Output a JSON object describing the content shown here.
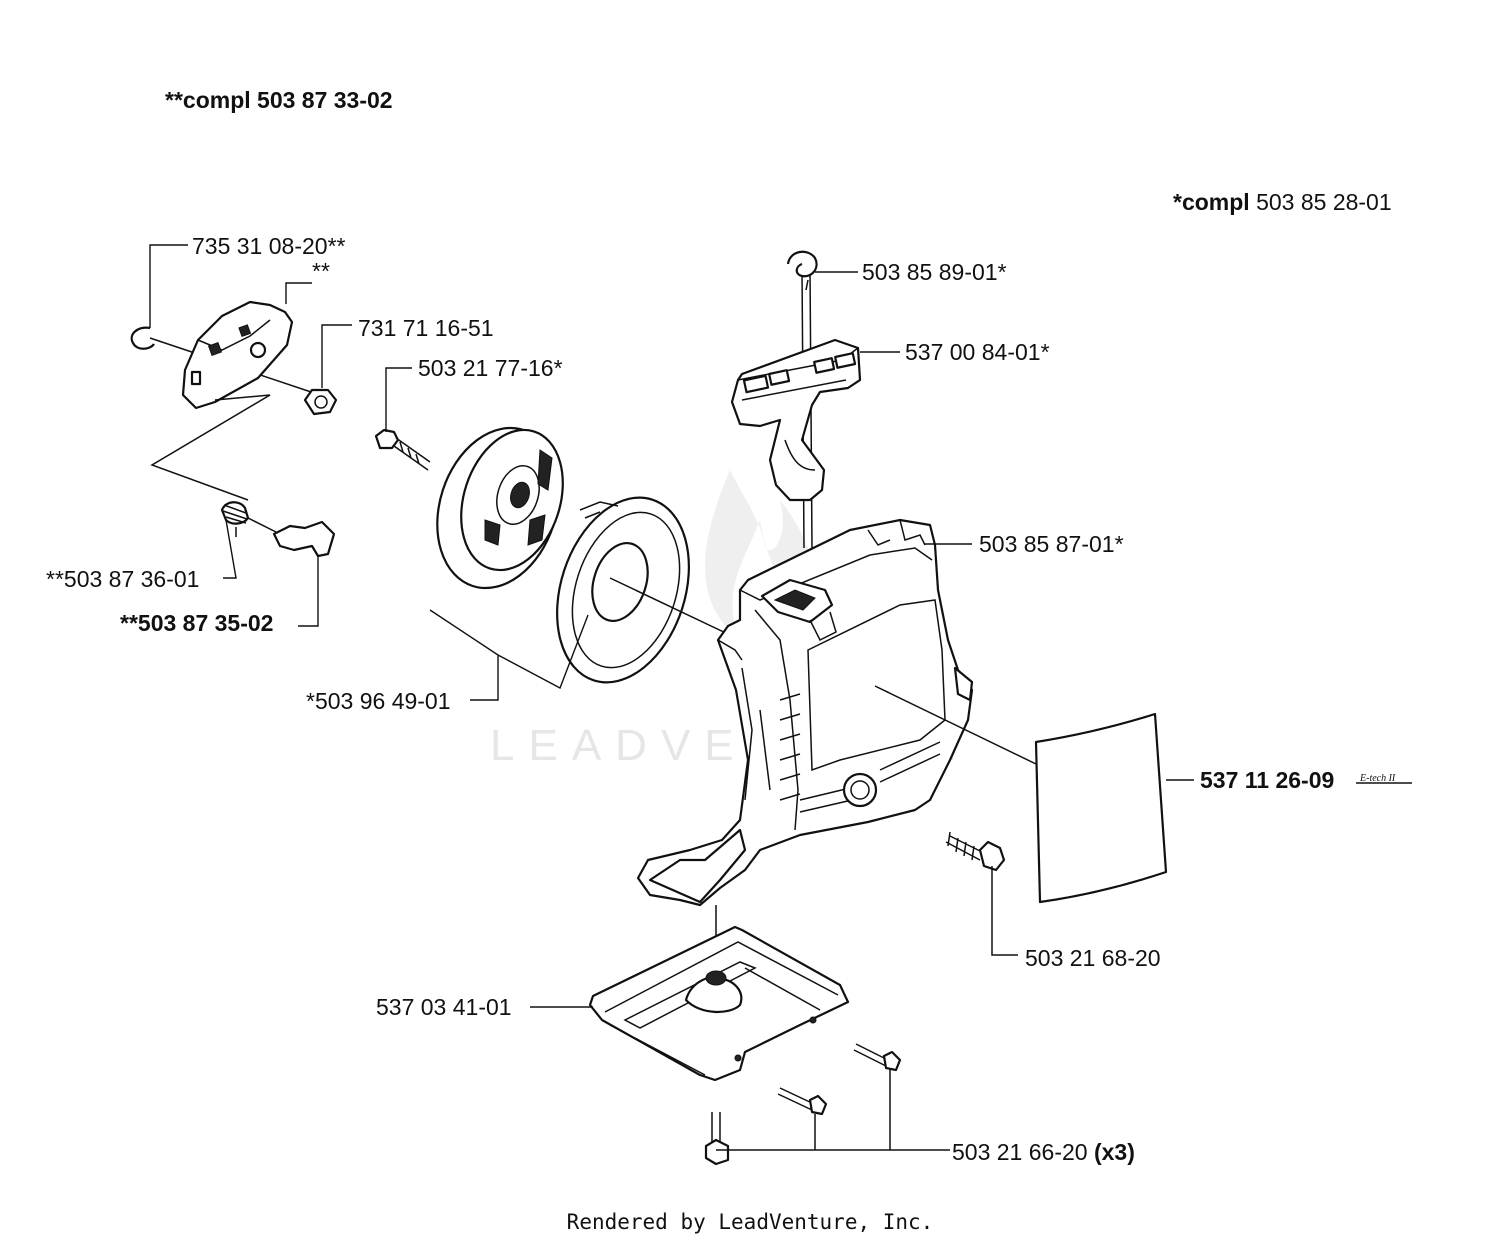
{
  "headers": {
    "left": "**compl 503 87 33-02",
    "right_prefix": "*compl",
    "right_number": " 503 85 28-01"
  },
  "parts": {
    "p_735_31_08_20": "735 31 08-20**",
    "p_double_star": "**",
    "p_731_71_16_51": "731 71 16-51",
    "p_503_21_77_16": "503 21 77-16*",
    "p_503_87_36_01": "**503 87 36-01",
    "p_503_87_35_02": "**503 87 35-02",
    "p_503_96_49_01": "*503 96 49-01",
    "p_503_85_89_01": "503 85 89-01*",
    "p_537_00_84_01": "537 00 84-01*",
    "p_503_85_87_01": "503 85 87-01*",
    "p_537_11_26_09": "537 11 26-09",
    "p_537_11_26_09_tag": "E-tech II",
    "p_503_21_68_20": "503 21 68-20",
    "p_537_03_41_01": "537 03 41-01",
    "p_503_21_66_20": "503 21 66-20 ",
    "p_503_21_66_20_qty": "(x3)"
  },
  "watermark": "LEADVENTURE",
  "footer": "Rendered by LeadVenture, Inc."
}
